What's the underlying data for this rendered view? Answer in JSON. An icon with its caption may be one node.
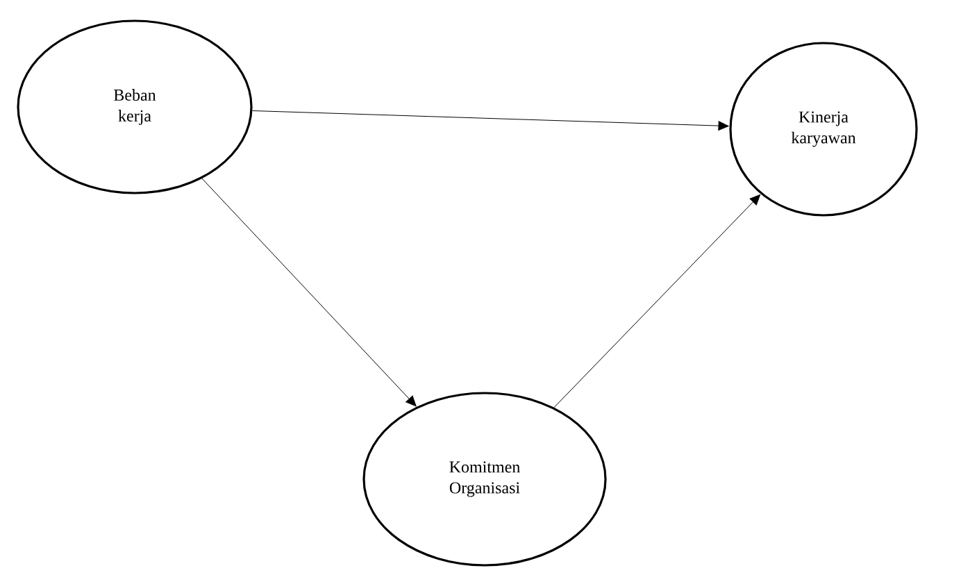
{
  "diagram": {
    "nodes": [
      {
        "text": [
          "Beban kerja"
        ]
      },
      {
        "text": [
          "Kinerja karyawan"
        ]
      },
      {
        "text": [
          "Komitmen Organisasi"
        ]
      }
    ],
    "edges": [
      {
        "from": 0,
        "to": 1,
        "arrow": "to"
      },
      {
        "from": 0,
        "to": 2,
        "arrow": "to"
      },
      {
        "from": 2,
        "to": 1,
        "arrow": "to"
      }
    ]
  }
}
